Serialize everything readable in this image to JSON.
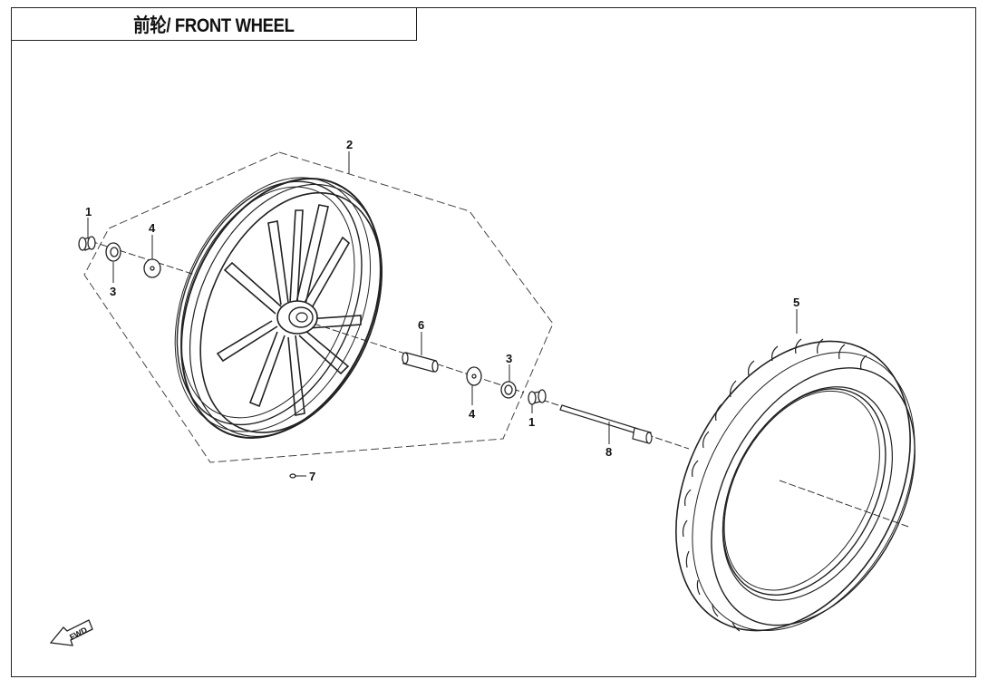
{
  "header": {
    "title": "前轮/ FRONT WHEEL"
  },
  "direction_label": "FWD",
  "callouts": {
    "bearing_left": "1",
    "rim": "2",
    "seal_left": "3",
    "collar_left": "4",
    "tire": "5",
    "spacer": "6",
    "valve": "7",
    "bearing_right": "1",
    "collar_right": "4",
    "seal_right": "3",
    "axle": "8"
  },
  "colors": {
    "line": "#222222",
    "dashed": "#444444",
    "background": "#ffffff"
  }
}
